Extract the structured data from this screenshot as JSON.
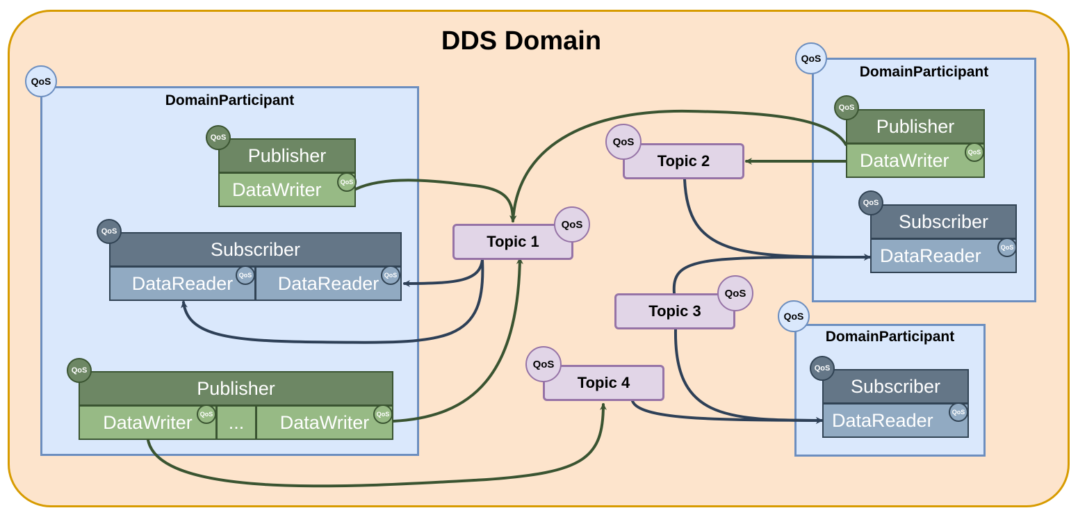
{
  "domain": {
    "title": "DDS Domain"
  },
  "qos_label": "QoS",
  "participants": [
    {
      "title": "DomainParticipant",
      "publisher_a": {
        "label": "Publisher",
        "writer": "DataWriter"
      },
      "subscriber": {
        "label": "Subscriber",
        "readers": [
          "DataReader",
          "DataReader"
        ]
      },
      "publisher_b": {
        "label": "Publisher",
        "writers": [
          "DataWriter",
          "...",
          "DataWriter"
        ]
      }
    },
    {
      "title": "DomainParticipant",
      "publisher": {
        "label": "Publisher",
        "writer": "DataWriter"
      },
      "subscriber": {
        "label": "Subscriber",
        "reader": "DataReader"
      }
    },
    {
      "title": "DomainParticipant",
      "subscriber": {
        "label": "Subscriber",
        "reader": "DataReader"
      }
    }
  ],
  "topics": [
    "Topic 1",
    "Topic 2",
    "Topic 3",
    "Topic 4"
  ],
  "colors": {
    "domain_fill": "#fde4cc",
    "domain_stroke": "#d79b00",
    "participant_fill": "#dae8fc",
    "participant_stroke": "#6c8ebf",
    "publisher_fill": "#6d8764",
    "writer_fill": "#97ba85",
    "subscriber_fill": "#647687",
    "reader_fill": "#91aac2",
    "topic_fill": "#e1d5e7",
    "topic_stroke": "#9673a6",
    "write_edge": "#3a5431",
    "read_edge": "#2e4057"
  }
}
